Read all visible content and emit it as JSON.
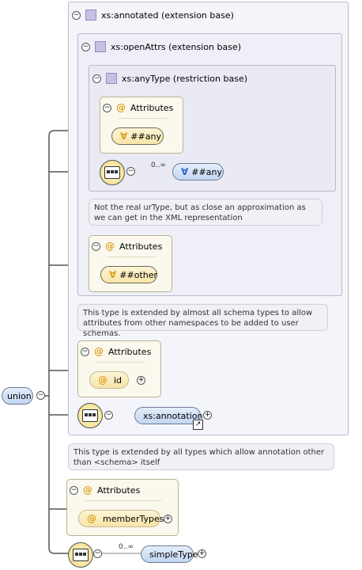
{
  "annotated": {
    "title": "xs:annotated (extension base)"
  },
  "open_attrs": {
    "title": "xs:openAttrs (extension base)"
  },
  "any_type": {
    "title": "xs:anyType (restriction base)",
    "attributes_label": "Attributes",
    "any_attr": "##any",
    "cardinality": "0..∞",
    "any_element": "##any",
    "note": "Not the real urType, but as close an approximation as we can get in the XML representation"
  },
  "open_attrs_attributes": {
    "label": "Attributes",
    "other": "##other"
  },
  "open_attrs_note": "This type is extended by almost all schema types to allow attributes from other namespaces to be added to user schemas.",
  "annotated_attributes": {
    "label": "Attributes",
    "id": "id"
  },
  "annotation_element": "xs:annotation",
  "annotated_note": "This type is extended by all types which allow annotation other than <schema> itself",
  "union": {
    "label": "union",
    "attributes_label": "Attributes",
    "member_types": "memberTypes",
    "cardinality": "0..∞",
    "simple_type": "simpleType"
  },
  "icons": {
    "toggle": "−",
    "expand": "+",
    "attribute": "@",
    "wildcard": "∀"
  }
}
